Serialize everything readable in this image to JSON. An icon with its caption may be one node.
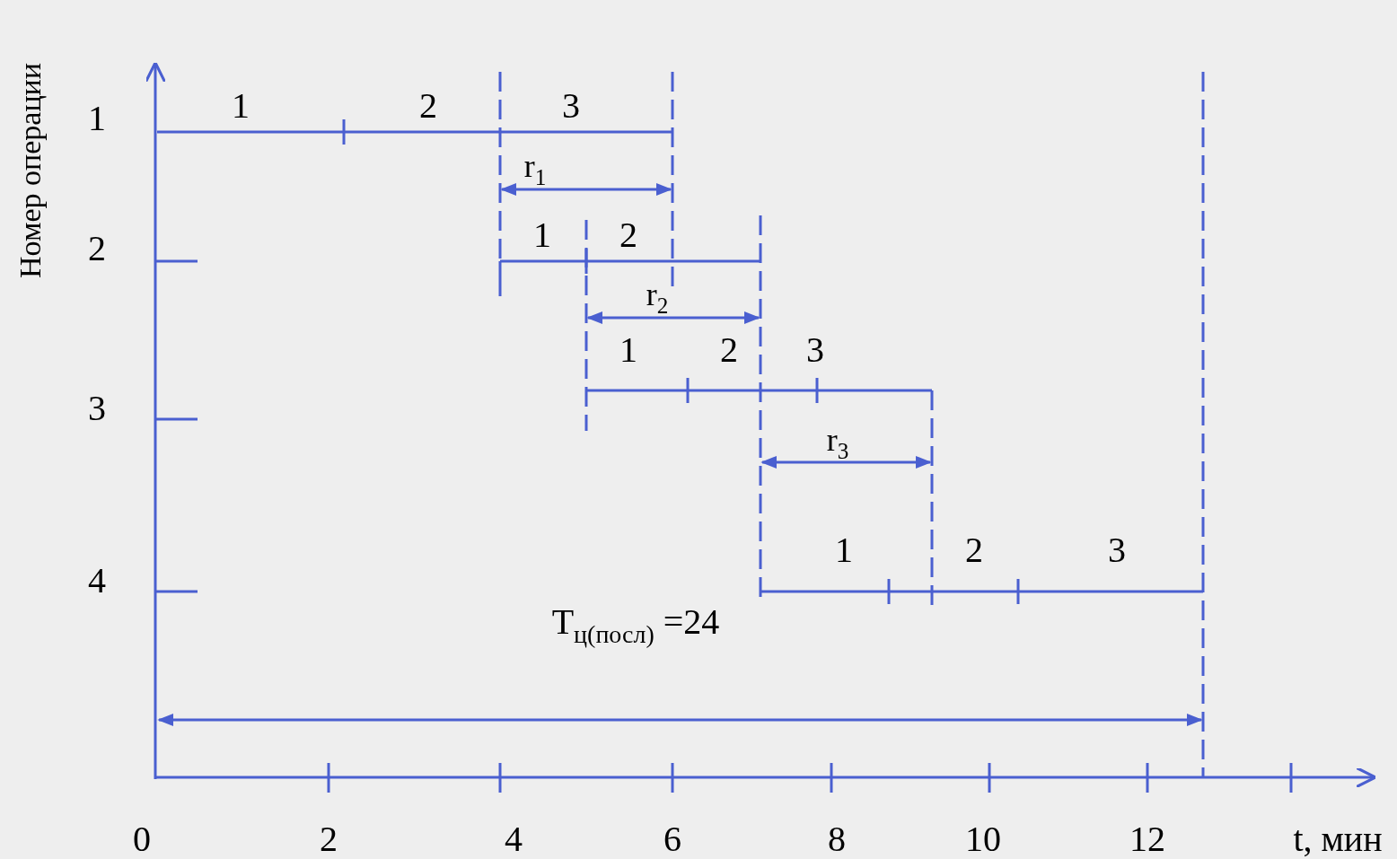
{
  "diagram": {
    "labels": [
      "Номер операции",
      "1",
      "1",
      "2",
      "3",
      "r$_{1}$",
      "2",
      "1",
      "2",
      "r$_{2}$",
      "1",
      "2",
      "3",
      "3",
      "r$_{3}$",
      "1",
      "2",
      "3",
      "4",
      "T$_{ц(посл)}$ =24",
      "0",
      "2",
      "4",
      "6",
      "8",
      "10",
      "12",
      "t, мин"
    ]
  }
}
